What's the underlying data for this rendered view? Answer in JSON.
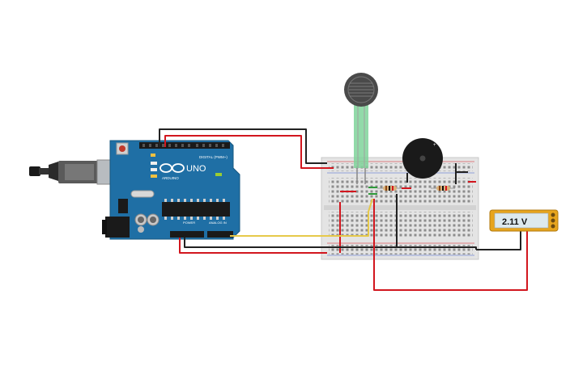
{
  "arduino": {
    "logo_text": "UNO",
    "brand_text": "ARDUINO",
    "digital_label": "DIGITAL (PWM~)",
    "power_label": "POWER",
    "analog_label": "ANALOG IN"
  },
  "multimeter": {
    "reading": "2.11 V"
  },
  "colors": {
    "board": "#1f6fa5",
    "breadboard": "#e4e4e4",
    "wire_red": "#d2161e",
    "wire_black": "#222222",
    "wire_yellow": "#e6c94a",
    "wire_green": "#2f9a3a",
    "multimeter_frame": "#e7a51e"
  },
  "icons": {
    "usb": "usb-plug-icon",
    "dc_jack": "dc-jack-icon",
    "sensor": "force-sensor-icon",
    "buzzer": "piezo-buzzer-icon"
  }
}
